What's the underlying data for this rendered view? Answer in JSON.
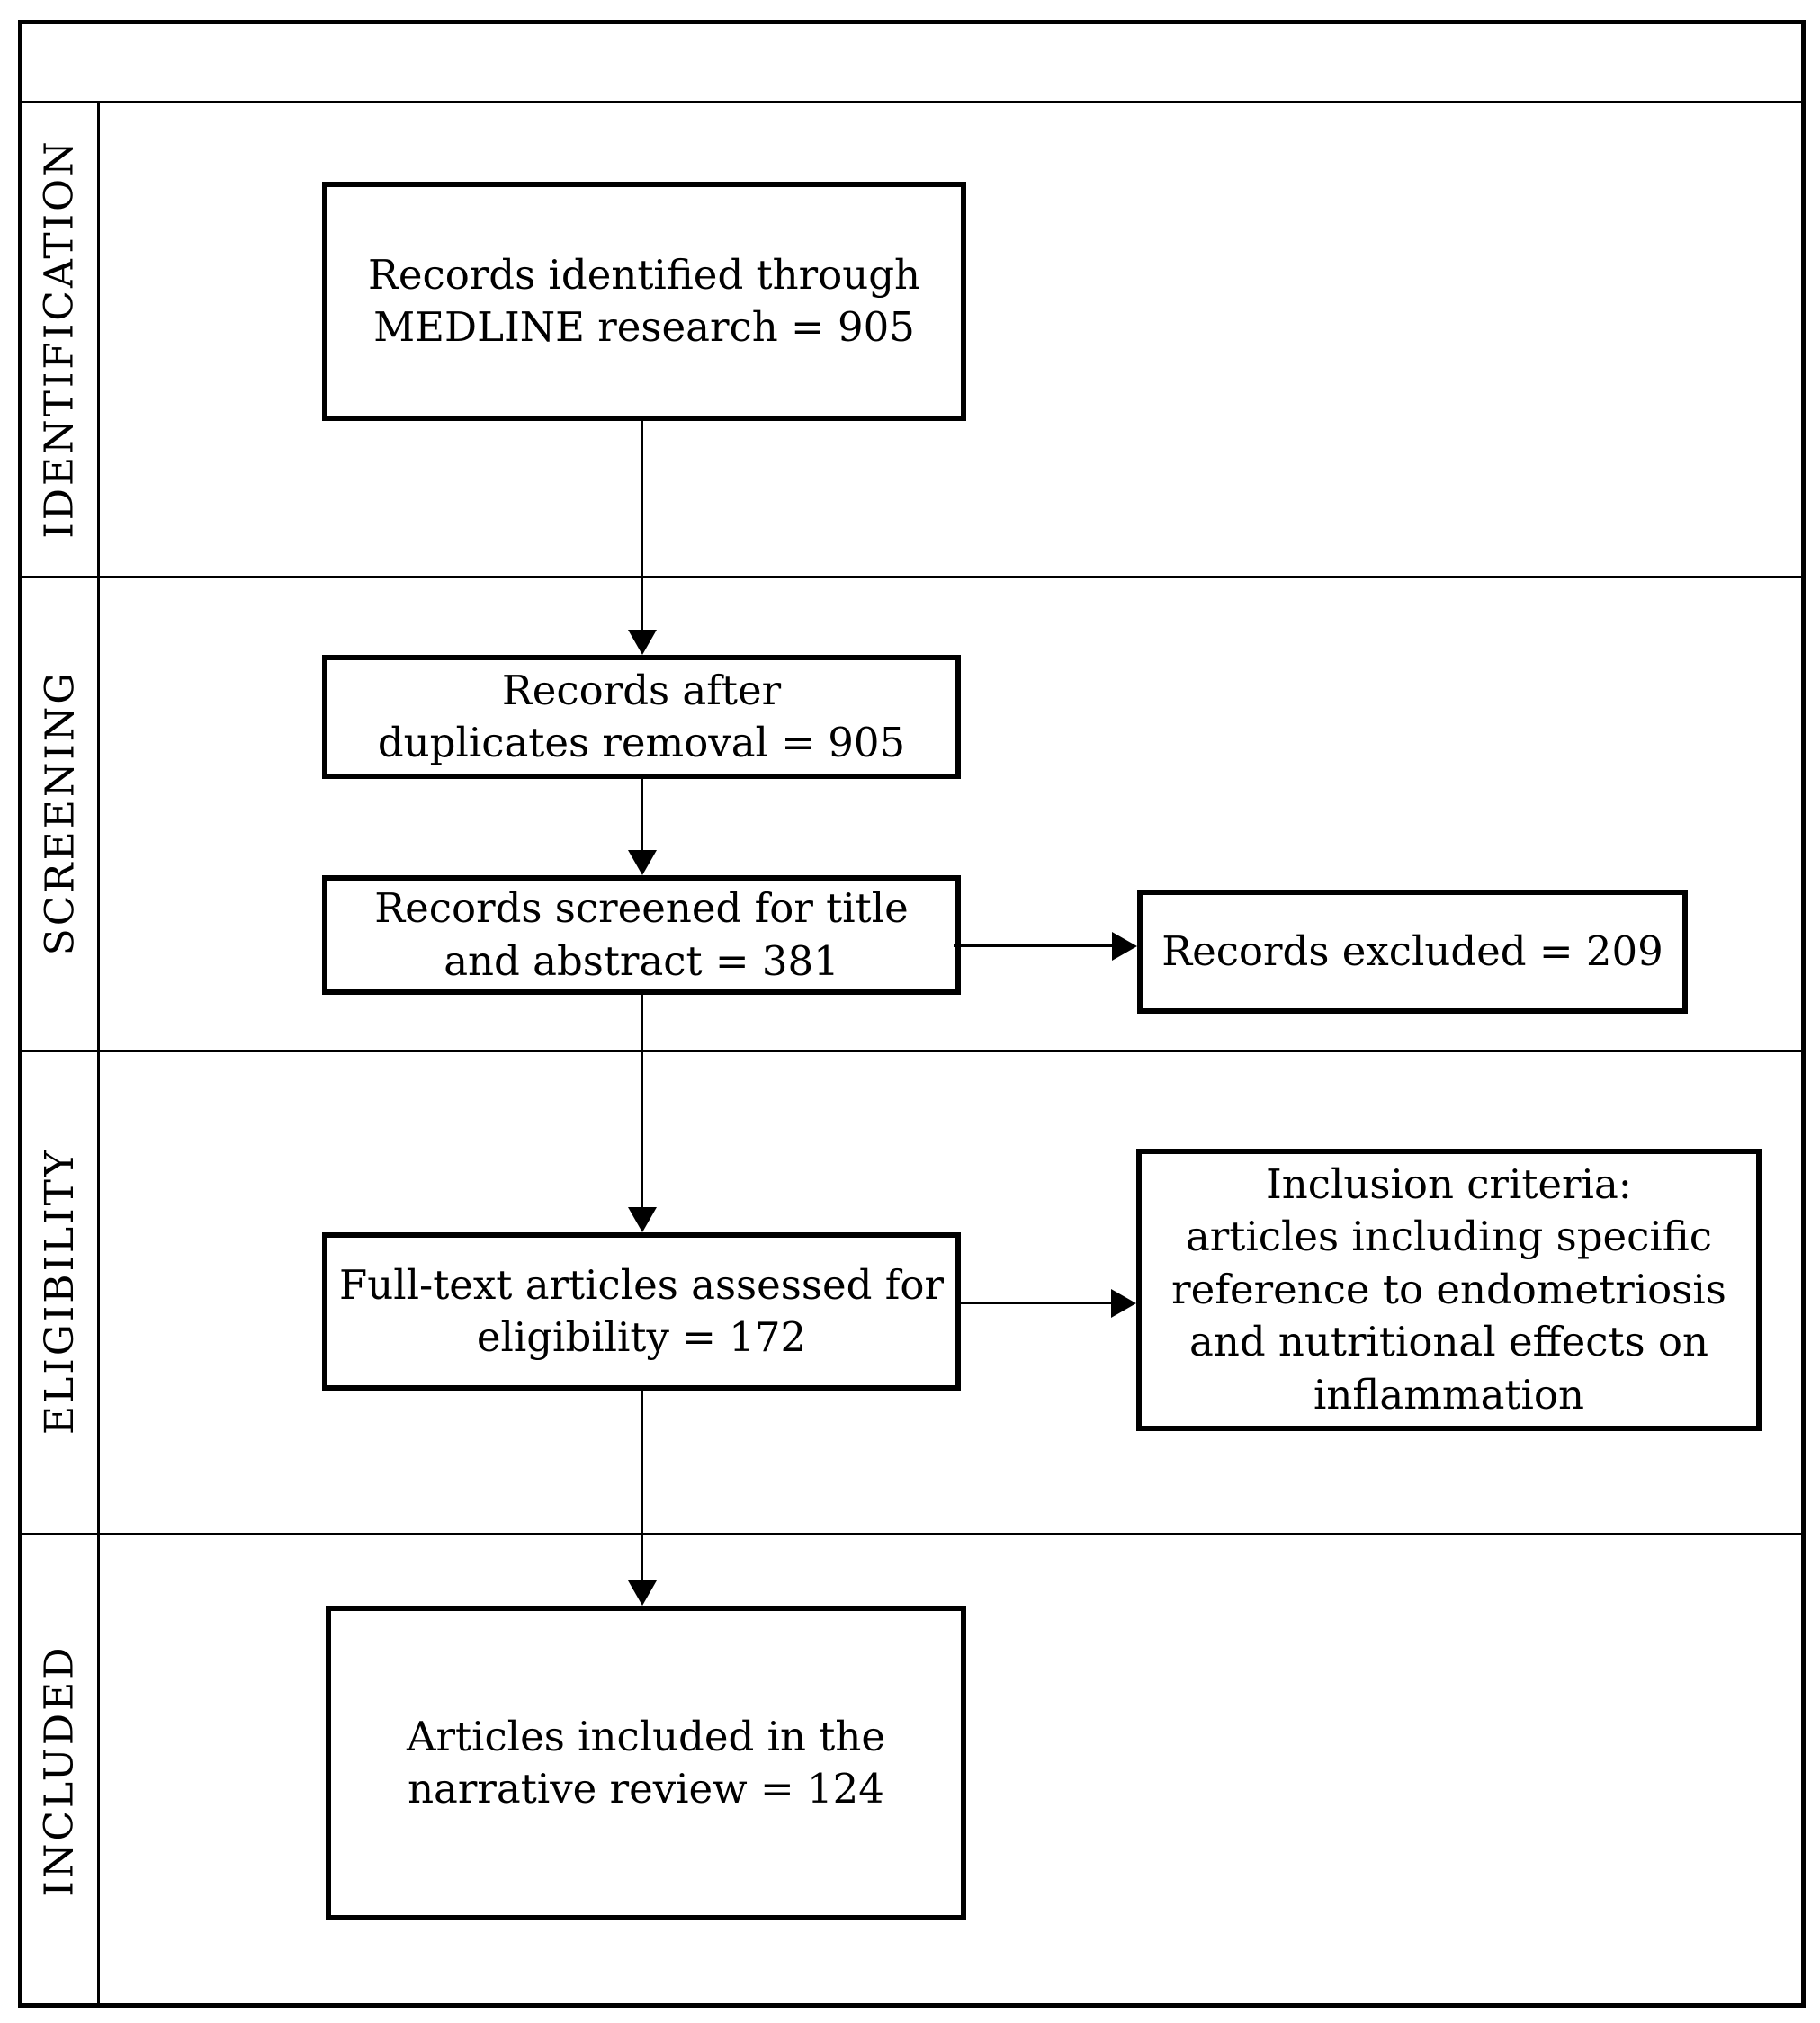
{
  "figure": {
    "type": "prisma-flow-diagram",
    "colors": {
      "line": "#000000",
      "background": "#ffffff",
      "text": "#000000"
    },
    "stages": [
      {
        "label": "IDENTIFICATION"
      },
      {
        "label": "SCREENING"
      },
      {
        "label": "ELIGIBILITY"
      },
      {
        "label": "INCLUDED"
      }
    ],
    "boxes": {
      "records_identified": "Records identified through\nMEDLINE research = 905",
      "records_after_duplicates": "Records after\nduplicates removal = 905",
      "records_screened": "Records screened for title\nand abstract = 381",
      "records_excluded": "Records excluded = 209",
      "fulltext_assessed": "Full-text articles assessed for\neligibility = 172",
      "inclusion_criteria": "Inclusion criteria:\narticles including specific\nreference to endometriosis\nand nutritional effects on\ninflammation",
      "articles_included": "Articles included in the\nnarrative review = 124"
    }
  }
}
